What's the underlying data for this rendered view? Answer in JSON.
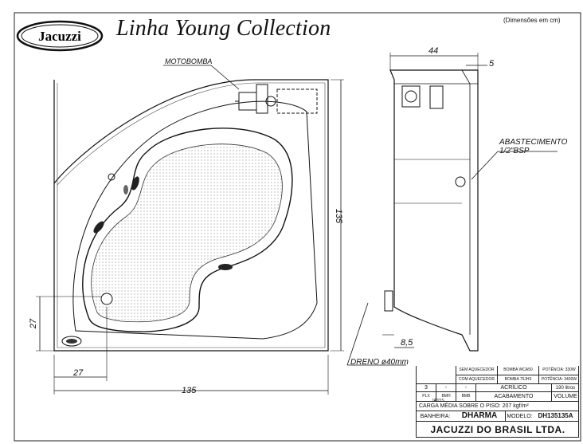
{
  "header": {
    "brand": "Jacuzzi",
    "title": "Linha  Young Collection",
    "units": "(Dimensões em  cm)"
  },
  "drawing": {
    "motobomba": "MOTOBOMBA",
    "abastecimento_1": "ABASTECIMENTO",
    "abastecimento_2": "1/2\"BSP",
    "dreno": "DRENO  ø40mm",
    "dim_135_bottom": "135",
    "dim_135_side": "135",
    "dim_27_h": "27",
    "dim_27_v": "27",
    "dim_44": "44",
    "dim_5": "5",
    "dim_8_5": "8,5"
  },
  "title_block": {
    "sem_aquecedor": "SEM AQUECEDOR",
    "com_aquecedor": "COM AQUECEDOR",
    "bomba_1": "BOMBA WCA50",
    "bomba_2": "BOMBA 75JH3",
    "potencia_1": "POTÊNCIA: 330W",
    "potencia_2": "POTÊNCIA: 3400W",
    "jatos_count": "3",
    "bmh_val": "-",
    "bmb_val": "-",
    "material": "ACRÍLICO",
    "volume_val": "190 litros",
    "plx": "PLX",
    "bmh": "BMH",
    "bmb": "BMB",
    "jatos": "JATOS",
    "acabamento": "ACABAMENTO",
    "volume": "VOLUME",
    "carga": "CARGA MÉDIA SOBRE O PISO:  207 kgf/m²",
    "banheira_lbl": "BANHEIRA:",
    "banheira_val": "DHARMA",
    "modelo_lbl": "MODELO:",
    "modelo_val": "DH135135A",
    "company": "JACUZZI DO BRASIL LTDA."
  }
}
